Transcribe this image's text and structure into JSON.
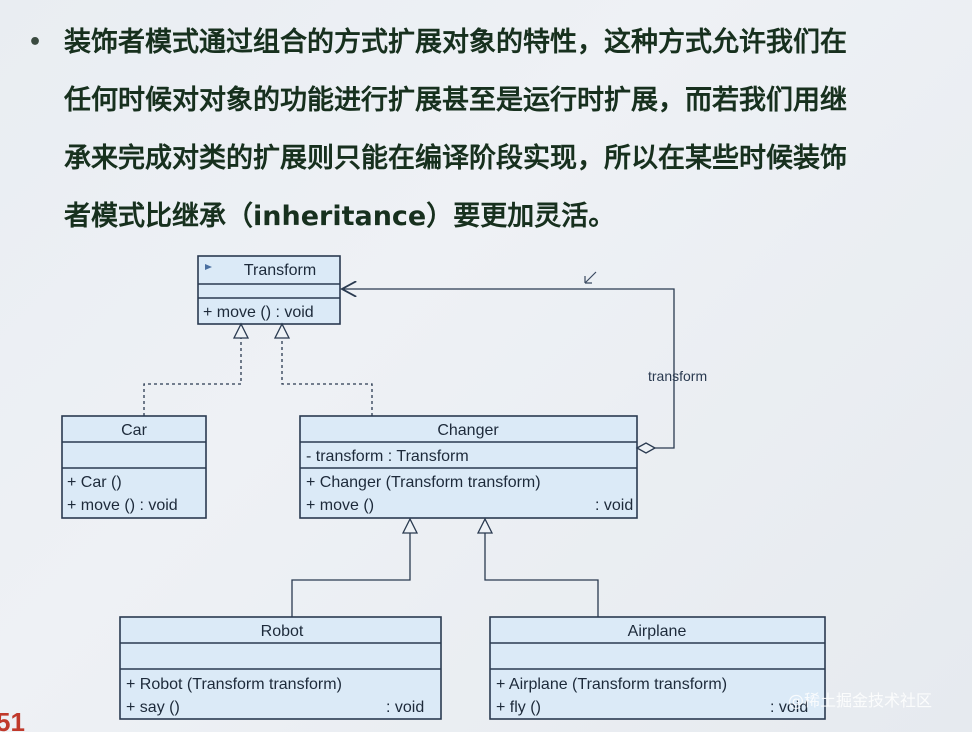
{
  "text": {
    "bullet": "•",
    "lines": [
      "装饰者模式通过组合的方式扩展对象的特性，这种方式允许我们在",
      "任何时候对对象的功能进行扩展甚至是运行时扩展，而若我们用继",
      "承来完成对类的扩展则只能在编译阶段实现，所以在某些时候装饰",
      "者模式比继承（inheritance）要更加灵活。"
    ]
  },
  "classes": {
    "transform": {
      "name": "Transform",
      "methods": [
        "+ move () : void"
      ]
    },
    "car": {
      "name": "Car",
      "methods": [
        "+ Car ()",
        "+ move () : void"
      ]
    },
    "changer": {
      "name": "Changer",
      "attributes": [
        "- transform : Transform"
      ],
      "methods": [
        "+ Changer (Transform transform)",
        "+ move ()"
      ],
      "method_return": ": void"
    },
    "robot": {
      "name": "Robot",
      "methods": [
        "+ Robot (Transform transform)",
        "+ say ()"
      ],
      "method_return": ": void"
    },
    "airplane": {
      "name": "Airplane",
      "methods": [
        "+ Airplane (Transform transform)",
        "+ fly ()"
      ],
      "method_return": ": void"
    }
  },
  "association_label": "transform",
  "watermark": "@稀土掘金技术社区",
  "page_fragment": "51"
}
